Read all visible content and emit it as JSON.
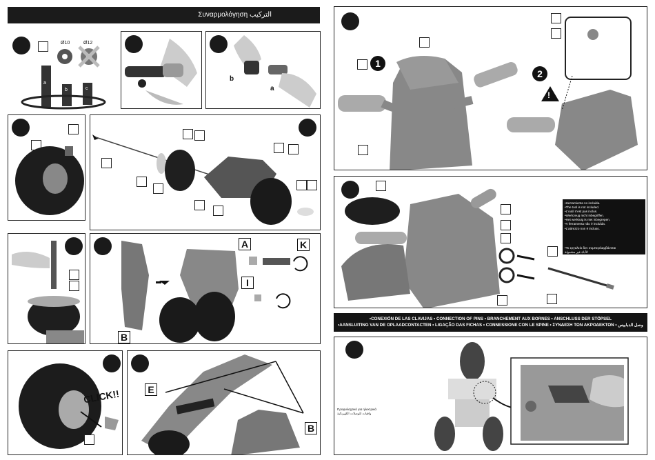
{
  "header": {
    "title": "Συναρμολόγηση   التركيب"
  },
  "step1": {
    "washer_small": "Ø10",
    "washer_large": "Ø12",
    "label_a": "a",
    "label_b": "b",
    "label_c": "c"
  },
  "step3": {
    "label_b": "b",
    "label_a": "a"
  },
  "step7": {
    "click_text": "CLICK!!"
  },
  "labels": {
    "A": "A",
    "B": "B",
    "E": "E",
    "I": "I",
    "K": "K"
  },
  "step10": {
    "num1": "1",
    "num2": "2",
    "warning": "!"
  },
  "tooltip": {
    "lines": [
      "•Herramienta no incluida.",
      "•The tool is not included.",
      "•L'outil n'est pas inclus.",
      "•Werkzeug nicht inbegriffen.",
      "•Het werktuig is niet inbegrepen.",
      "•A ferramenta não é incluída.",
      "•L'attrezzo non è incluso.",
      "•Το εργαλείο δεν συμπεριλαμβάνεται",
      "الأداة غير مشمولة"
    ]
  },
  "banner": {
    "line1": "•CONEXIÓN DE LAS CLAVIJAS • CONNECTION OF PINS • BRANCHEMENT AUX BORNES • ANSCHLUSS DER STÖPSEL",
    "line2": "•AANSLUITING VAN DE OPLAADCONTACTEN • LIGAÇÃO DAS FICHAS • CONNESSIONE CON LE SPINE • ΣΥΝΔΕΣΗ ΤΩΝ ΑΚΡΟΔΕΚΤΩΝ • وصل الدبابيس"
  },
  "step12": {
    "caption1": "Προφυλαχτικό για ηλεκτρικά",
    "caption2": "واقيات للوصلات الكهربائية"
  }
}
